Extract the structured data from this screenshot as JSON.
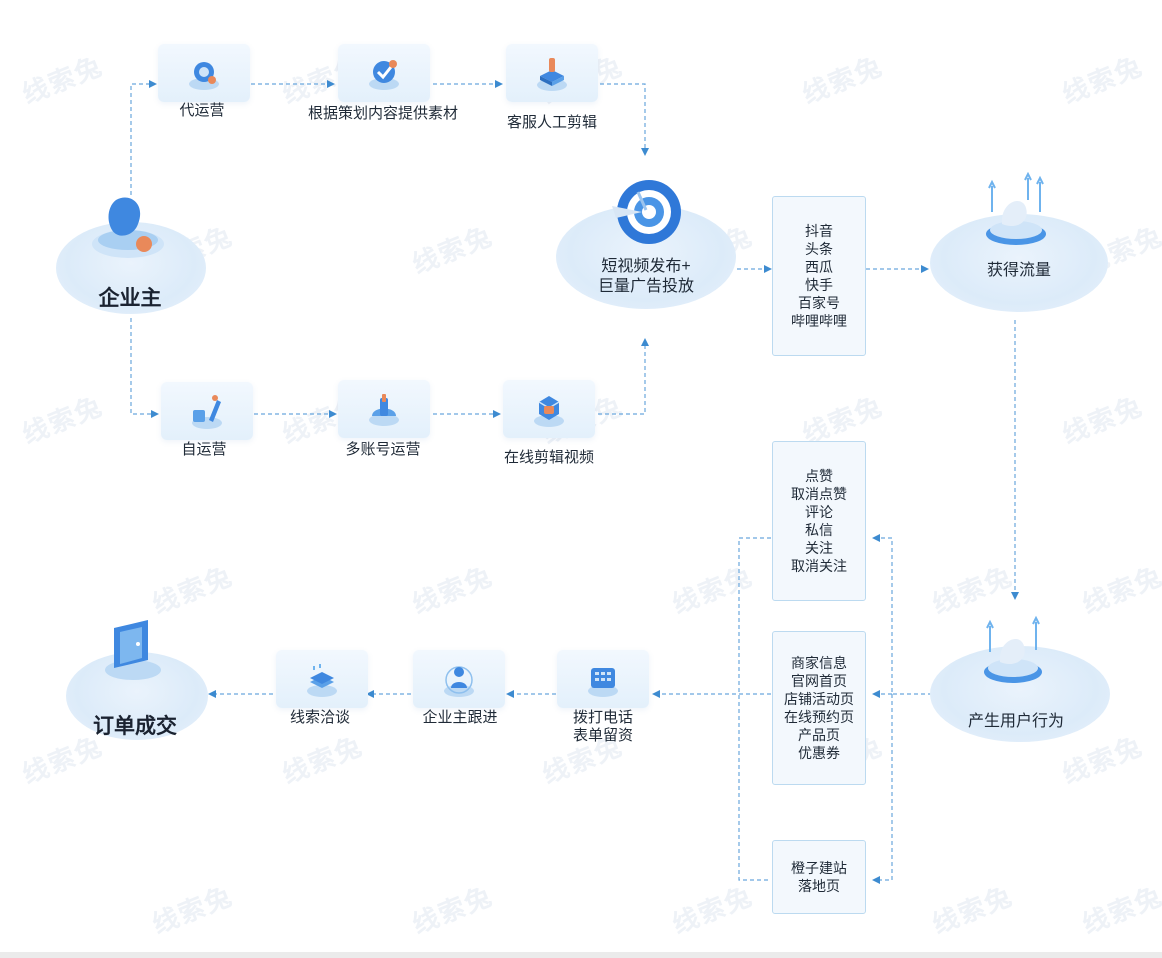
{
  "watermark_text": "线索兔",
  "hubs": {
    "enterprise": "企业主",
    "publish_line1": "短视频发布+",
    "publish_line2": "巨量广告投放",
    "traffic": "获得流量",
    "behavior": "产生用户行为",
    "order": "订单成交"
  },
  "top_steps": [
    "代运营",
    "根据策划内容提供素材",
    "客服人工剪辑"
  ],
  "bottom_steps": [
    "自运营",
    "多账号运营",
    "在线剪辑视频"
  ],
  "platforms": [
    "抖音",
    "头条",
    "西瓜",
    "快手",
    "百家号",
    "哔哩哔哩"
  ],
  "interactions": [
    "点赞",
    "取消点赞",
    "评论",
    "私信",
    "关注",
    "取消关注"
  ],
  "pages": [
    "商家信息",
    "官网首页",
    "店铺活动页",
    "在线预约页",
    "产品页",
    "优惠券"
  ],
  "landing": [
    "橙子建站",
    "落地页"
  ],
  "lead_steps": {
    "call_line1": "拨打电话",
    "call_line2": "表单留资",
    "follow": "企业主跟进",
    "negotiate": "线索洽谈"
  },
  "colors": {
    "accent": "#2f86d8",
    "connector": "#5aa0dc",
    "box_border": "#bcdaf0"
  }
}
